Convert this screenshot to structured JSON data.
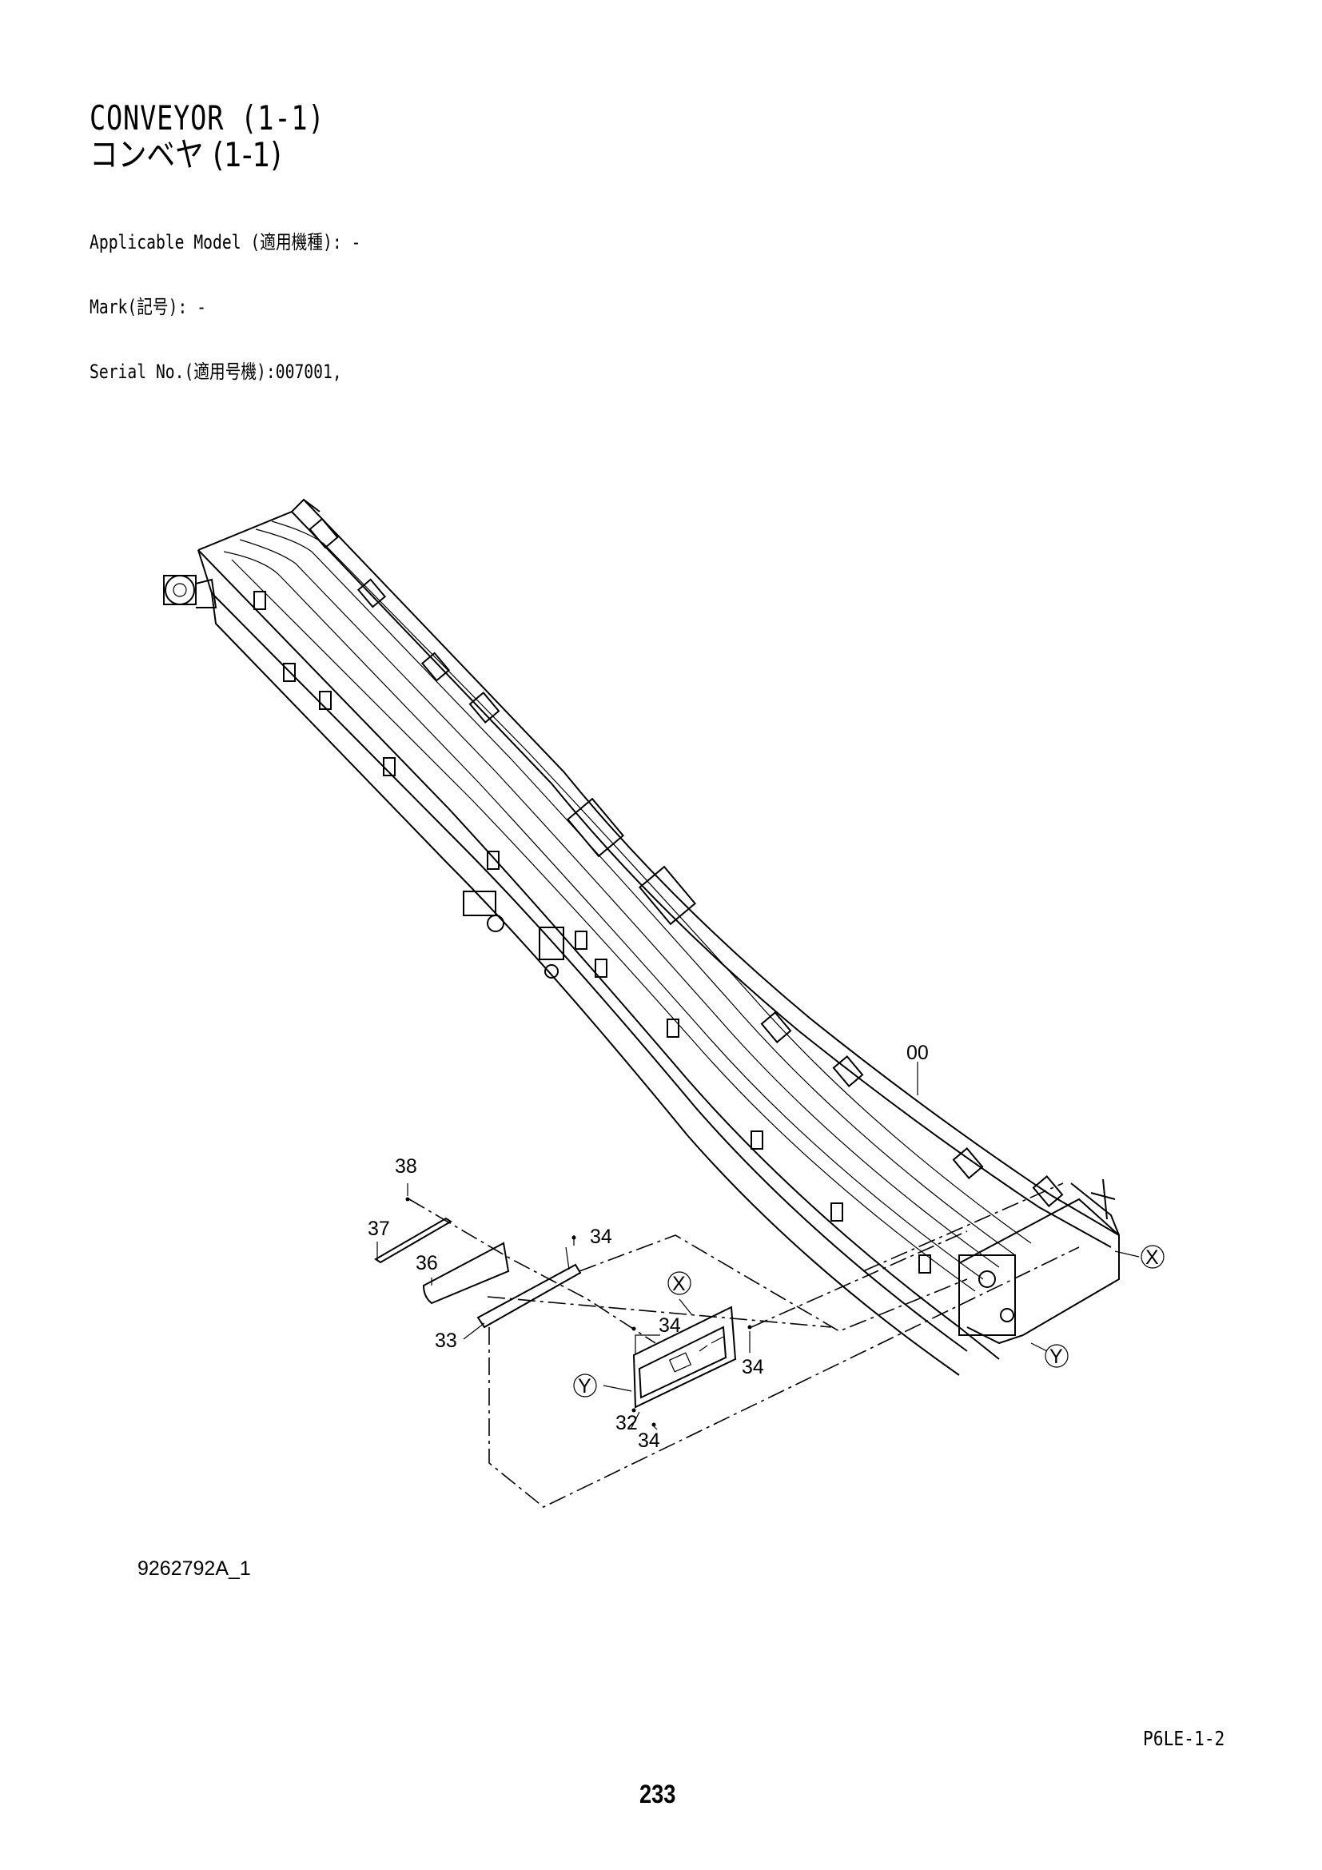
{
  "header": {
    "title_en": "CONVEYOR (1-1)",
    "title_ja": "コンベヤ (1-1)",
    "applicable_model": "Applicable Model (適用機種): -",
    "mark": "Mark(記号): -",
    "serial_no": "Serial No.(適用号機):007001,"
  },
  "callouts": {
    "c00": "00",
    "c38": "38",
    "c37": "37",
    "c36": "36",
    "c34a": "34",
    "c33": "33",
    "c34b": "34",
    "c34c": "34",
    "c32": "32",
    "c34d": "34",
    "markX1": "X",
    "markX2": "X",
    "markY1": "Y",
    "markY2": "Y"
  },
  "footer": {
    "drawing_id": "9262792A_1",
    "page_code": "P6LE-1-2",
    "page_number": "233"
  }
}
